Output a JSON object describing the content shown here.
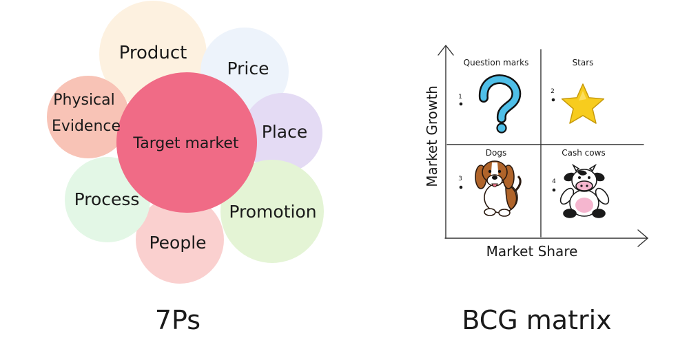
{
  "seven_ps": {
    "caption": "7Ps",
    "center": {
      "label": "Target market",
      "color": "#f06b86"
    },
    "petals": [
      {
        "id": "product",
        "label": "Product",
        "color": "#fdf1e0"
      },
      {
        "id": "price",
        "label": "Price",
        "color": "#edf3fb"
      },
      {
        "id": "place",
        "label": "Place",
        "color": "#e4dbf4"
      },
      {
        "id": "promotion",
        "label": "Promotion",
        "color": "#e4f4d5"
      },
      {
        "id": "people",
        "label": "People",
        "color": "#fad0cf"
      },
      {
        "id": "process",
        "label": "Process",
        "color": "#e3f7e6"
      },
      {
        "id": "physical-evidence",
        "label_line1": "Physical",
        "label_line2": "Evidence",
        "color": "#f8c3b6"
      }
    ]
  },
  "bcg": {
    "caption": "BCG matrix",
    "y_axis_label": "Market Growth",
    "x_axis_label": "Market Share",
    "quadrants": [
      {
        "id": "question-marks",
        "number": "1",
        "title": "Question marks",
        "icon": "question-mark-icon",
        "color": "#4fbfe8"
      },
      {
        "id": "stars",
        "number": "2",
        "title": "Stars",
        "icon": "star-icon",
        "color": "#f7cc1e"
      },
      {
        "id": "dogs",
        "number": "3",
        "title": "Dogs",
        "icon": "dog-icon",
        "color": "#b0642a"
      },
      {
        "id": "cash-cows",
        "number": "4",
        "title": "Cash cows",
        "icon": "cow-icon",
        "color": "#f5b6cf"
      }
    ]
  }
}
